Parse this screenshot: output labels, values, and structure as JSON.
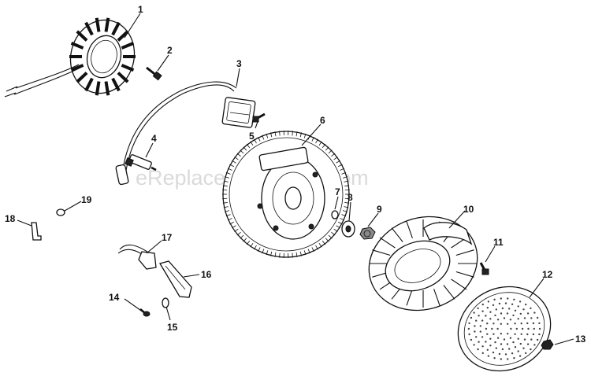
{
  "watermark": "eReplacementParts.com",
  "callouts": [
    {
      "id": "1",
      "part": "stator"
    },
    {
      "id": "2",
      "part": "stator-screw"
    },
    {
      "id": "3",
      "part": "ignition-module"
    },
    {
      "id": "4",
      "part": "spark-plug"
    },
    {
      "id": "5",
      "part": "module-screw"
    },
    {
      "id": "6",
      "part": "flywheel"
    },
    {
      "id": "7",
      "part": "key"
    },
    {
      "id": "8",
      "part": "washer"
    },
    {
      "id": "9",
      "part": "flywheel-screw"
    },
    {
      "id": "10",
      "part": "fan"
    },
    {
      "id": "11",
      "part": "fan-screw"
    },
    {
      "id": "12",
      "part": "grass-screen"
    },
    {
      "id": "13",
      "part": "screen-nut"
    },
    {
      "id": "14",
      "part": "bracket-screw"
    },
    {
      "id": "15",
      "part": "lock-nut"
    },
    {
      "id": "16",
      "part": "ground-lead-bracket"
    },
    {
      "id": "17",
      "part": "ground-lead"
    },
    {
      "id": "18",
      "part": "clip"
    },
    {
      "id": "19",
      "part": "retainer"
    }
  ]
}
